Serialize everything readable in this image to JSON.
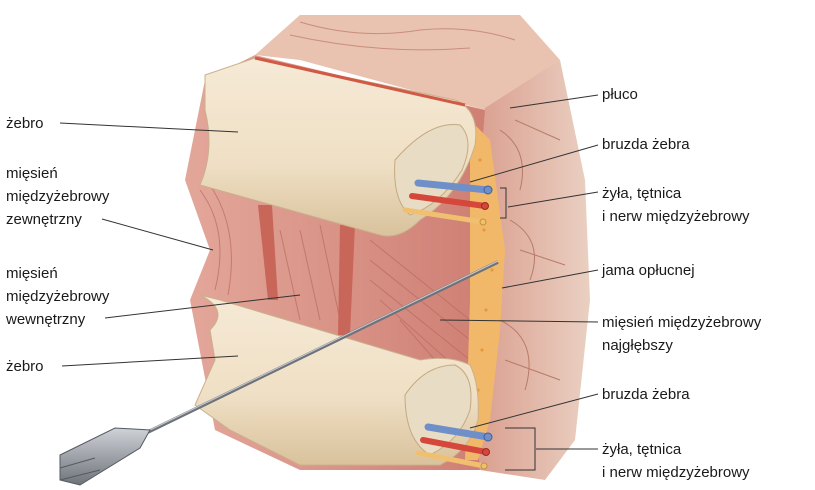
{
  "labels": {
    "left": {
      "rib_top": "żebro",
      "external_muscle": "mięsień\nmiędzyżebrowy\nzewnętrzny",
      "internal_muscle": "mięsień\nmiędzyżebrowy\nwewnętrzny",
      "rib_bottom": "żebro"
    },
    "right": {
      "lung": "płuco",
      "groove_top": "bruzda żebra",
      "bundle_top": "żyła, tętnica\ni nerw międzyżebrowy",
      "pleural_cavity": "jama opłucnej",
      "innermost_muscle": "mięsień międzyżebrowy\nnajgłębszy",
      "groove_bottom": "bruzda żebra",
      "bundle_bottom": "żyła, tętnica\ni nerw międzyżebrowy"
    }
  },
  "colors": {
    "rib": "#efe0c8",
    "rib_edge": "#c9b18c",
    "marrow": "#e8dcc4",
    "muscle": "#d9968c",
    "muscle_dark": "#b8665c",
    "lung": "#e2b6a4",
    "pleura": "#f2b86a",
    "vein": "#6f8fc9",
    "artery": "#d4473a",
    "nerve": "#f0c070",
    "needle": "#8a8f96",
    "leader": "#333333"
  }
}
